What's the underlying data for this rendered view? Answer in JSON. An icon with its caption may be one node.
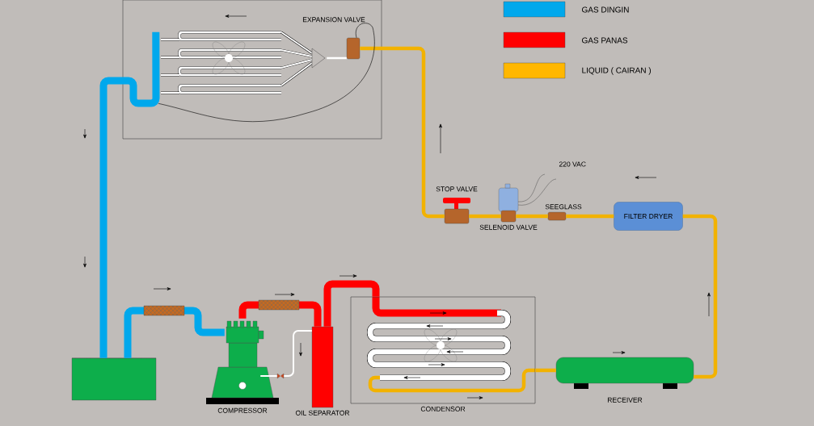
{
  "diagram": {
    "nodes": [
      {
        "text": [],
        "shape": "box"
      },
      {
        "text": [],
        "shape": "picture",
        "in": 0
      },
      {
        "text": [
          "EXPANSION VALVE"
        ],
        "in": 0
      },
      {
        "text": [
          "STOP VALVE"
        ]
      },
      {
        "text": [
          "SELENOID VALVE"
        ]
      },
      {
        "text": [
          "SEEGLASS"
        ]
      },
      {
        "text": [
          "FILTER DRYER"
        ]
      },
      {
        "text": [
          "RECEIVER"
        ]
      },
      {
        "text": [
          "CONDENSOR"
        ]
      },
      {
        "text": [
          "OIL SEPARATOR"
        ]
      },
      {
        "text": [
          "COMPRESSOR"
        ]
      },
      {
        "text": [],
        "shape": "cylinder"
      }
    ],
    "edges": [
      {
        "from": 1,
        "to": 11,
        "arrow": "none",
        "style": "thick",
        "color": "#00a8ec"
      },
      {
        "from": 11,
        "to": 10,
        "arrow": "none",
        "style": "thick",
        "color": "#00a8ec"
      },
      {
        "from": 10,
        "to": 9,
        "arrow": "none",
        "style": "thick",
        "color": "#ff0000"
      },
      {
        "from": 9,
        "to": 8,
        "arrow": "none",
        "style": "thick",
        "color": "#ff0000"
      },
      {
        "from": 8,
        "to": 7,
        "arrow": "none"
      },
      {
        "from": 7,
        "to": 6,
        "arrow": "none"
      },
      {
        "from": 6,
        "to": 5,
        "arrow": "none"
      },
      {
        "from": 5,
        "to": 4,
        "arrow": "none"
      },
      {
        "from": 4,
        "to": 3,
        "arrow": "none"
      },
      {
        "from": 3,
        "to": 2,
        "arrow": "none"
      },
      {
        "from": 9,
        "to": 10,
        "arrow": "none",
        "color": "#ffffff"
      },
      {
        "from": 2,
        "to": 1,
        "arrow": "none",
        "color": "#ffffff"
      },
      {
        "from": 2,
        "to": 1,
        "arrow": "none",
        "color": "#000000"
      }
    ],
    "labels": [
      "220 VAC"
    ],
    "legend": [
      {
        "text": "GAS DINGIN",
        "color": "#00a8ec"
      },
      {
        "text": "GAS PANAS",
        "color": "#ff0000"
      },
      {
        "text": "LIQUID ( CAIRAN )",
        "color": "#ffb700"
      }
    ]
  }
}
